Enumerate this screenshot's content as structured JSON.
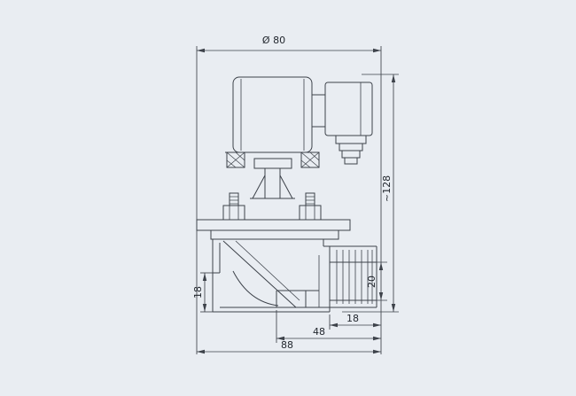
{
  "colors": {
    "background": "#e9edf2",
    "line": "#3d424a",
    "text": "#22272e"
  },
  "dims": {
    "top_diameter": "Ø 80",
    "overall_height": "~128",
    "inlet_height": "18",
    "outlet_bore": "20",
    "outlet_end": "18",
    "outlet_offset": "48",
    "overall_length": "88"
  }
}
